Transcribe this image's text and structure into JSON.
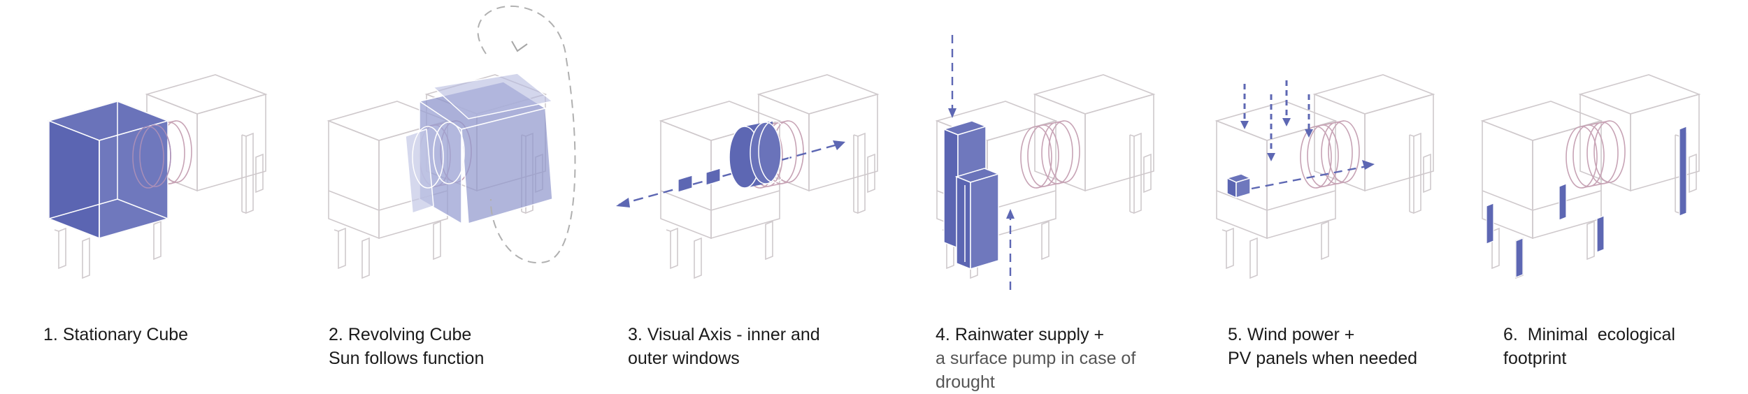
{
  "colors": {
    "accent_fill": "#5d67b3",
    "accent_light": "#8f96cc",
    "accent_pale": "#b6bbe0",
    "line_grey": "#c9c4c8",
    "ring_pink": "#b98fa5",
    "dashed_grey": "#a6a6a6"
  },
  "steps": [
    {
      "number": "1.",
      "title": "Stationary Cube",
      "line2": "",
      "line3": ""
    },
    {
      "number": "2.",
      "title": "Revolving Cube",
      "line2": "Sun follows function",
      "line3": ""
    },
    {
      "number": "3.",
      "title": "Visual Axis - inner and",
      "line2": "outer windows",
      "line3": ""
    },
    {
      "number": "4.",
      "title": "Rainwater supply +",
      "line2": "a surface pump in case of",
      "line3": "drought"
    },
    {
      "number": "5.",
      "title": "Wind power +",
      "line2": "PV panels when needed",
      "line3": ""
    },
    {
      "number": "6.",
      "title": " Minimal  ecological",
      "line2": "footprint",
      "line3": ""
    }
  ]
}
